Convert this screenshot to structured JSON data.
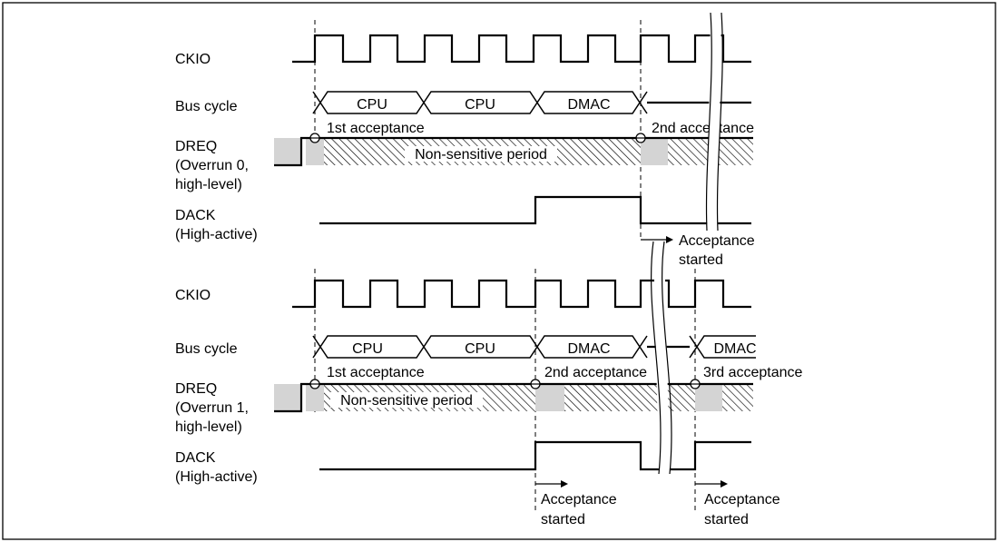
{
  "colors": {
    "line": "#000000",
    "gray_fill": "#d4d4d4",
    "background": "#ffffff"
  },
  "top": {
    "ckio_label": "CKIO",
    "bus_label": "Bus cycle",
    "bus_segments": [
      "CPU",
      "CPU",
      "DMAC"
    ],
    "dreq_label": [
      "DREQ",
      "(Overrun 0,",
      "high-level)"
    ],
    "first_acceptance": "1st acceptance",
    "second_acceptance": "2nd acceptance",
    "non_sensitive": "Non-sensitive period",
    "dack_label": [
      "DACK",
      "(High-active)"
    ],
    "acceptance_started": [
      "Acceptance",
      "started"
    ]
  },
  "bottom": {
    "ckio_label": "CKIO",
    "bus_label": "Bus cycle",
    "bus_segments": [
      "CPU",
      "CPU",
      "DMAC",
      "DMAC"
    ],
    "dreq_label": [
      "DREQ",
      "(Overrun 1,",
      "high-level)"
    ],
    "first_acceptance": "1st acceptance",
    "second_acceptance": "2nd acceptance",
    "third_acceptance": "3rd acceptance",
    "non_sensitive": "Non-sensitive period",
    "dack_label": [
      "DACK",
      "(High-active)"
    ],
    "acceptance_started_1": [
      "Acceptance",
      "started"
    ],
    "acceptance_started_2": [
      "Acceptance",
      "started"
    ]
  }
}
